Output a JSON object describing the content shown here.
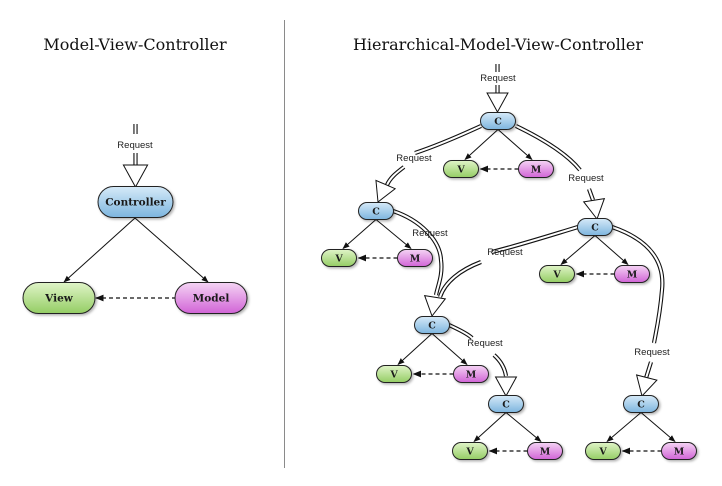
{
  "left_panel": {
    "title": "Model-View-Controller",
    "request_label": "Request",
    "nodes": {
      "controller": "Controller",
      "view": "View",
      "model": "Model"
    }
  },
  "right_panel": {
    "title": "Hierarchical-Model-View-Controller",
    "request_label": "Request",
    "triads": [
      {
        "id": "top",
        "controller": "C",
        "view": "V",
        "model": "M"
      },
      {
        "id": "left",
        "controller": "C",
        "view": "V",
        "model": "M"
      },
      {
        "id": "right",
        "controller": "C",
        "view": "V",
        "model": "M"
      },
      {
        "id": "middle",
        "controller": "C",
        "view": "V",
        "model": "M"
      },
      {
        "id": "bottom-middle",
        "controller": "C",
        "view": "V",
        "model": "M"
      },
      {
        "id": "bottom-right",
        "controller": "C",
        "view": "V",
        "model": "M"
      }
    ]
  },
  "colors": {
    "controller_fill_top": "#d4e8f7",
    "controller_fill_bottom": "#7fb8e0",
    "view_fill_top": "#dcf2c4",
    "view_fill_bottom": "#97d068",
    "model_fill_top": "#f2cdf2",
    "model_fill_bottom": "#d36ad8",
    "divider": "#8a8a8a"
  }
}
